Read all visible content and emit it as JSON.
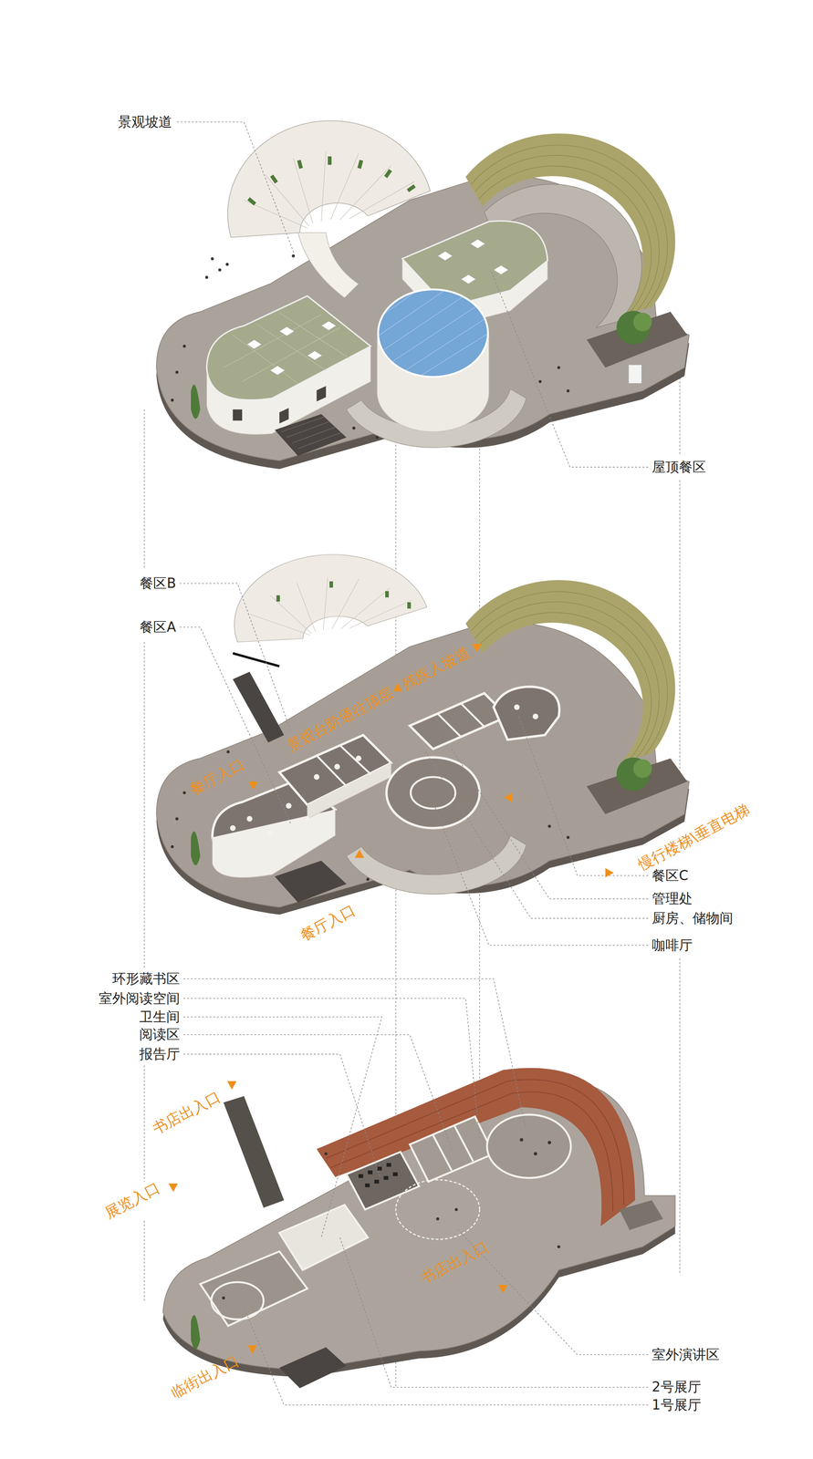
{
  "diagram": {
    "labels": [
      "景观坡道",
      "屋顶餐区",
      "餐区B",
      "餐区A",
      "景观台阶通往顶层",
      "残疾人坡道",
      "餐厅入口",
      "餐厅入口",
      "慢行楼梯\\垂直电梯",
      "餐区C",
      "管理处",
      "厨房、储物间",
      "咖啡厅",
      "环形藏书区",
      "室外阅读空间",
      "卫生间",
      "阅读区",
      "报告厅",
      "书店出入口",
      "展览入口",
      "书店出入口",
      "临街出入口",
      "室外演讲区",
      "2号展厅",
      "1号展厅"
    ]
  }
}
